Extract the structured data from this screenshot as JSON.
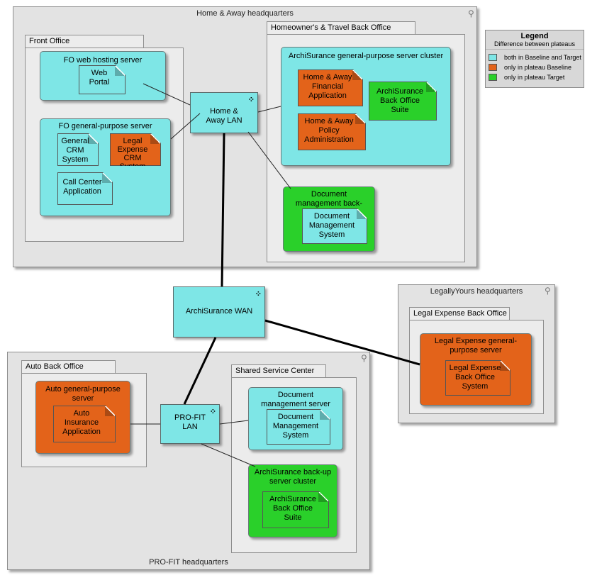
{
  "colors": {
    "baseline_target": "#7ee6e6",
    "baseline_only": "#e3631a",
    "target_only": "#2ad02a"
  },
  "icons": {
    "location": "location-pin-icon",
    "network": "network-icon"
  },
  "locations": {
    "home_away": "Home & Away headquarters",
    "legally_yours": "LegallyYours headquarters",
    "profit": "PRO-FIT headquarters"
  },
  "groups": {
    "front_office": "Front Office",
    "travel_back_office": "Homeowner's & Travel Back Office",
    "legal_back_office": "Legal Expense Back Office",
    "auto_back_office": "Auto Back Office",
    "shared_service": "Shared Service Center"
  },
  "nodes": {
    "fo_web": "FO web hosting server",
    "fo_gp": "FO general-purpose server",
    "cluster": "ArchiSurance general-purpose server cluster",
    "doc_backup": "Document management back-up server",
    "legal_gp": "Legal Expense general-purpose server",
    "auto_gp": "Auto general-purpose server",
    "doc_mgmt": "Document management server",
    "backup_cluster": "ArchiSurance back-up server cluster"
  },
  "artifacts": {
    "web_portal": "Web Portal",
    "general_crm": "General CRM System",
    "legal_crm": "Legal Expense CRM System",
    "call_center": "Call Center Application",
    "ha_financial": "Home & Away Financial Application",
    "ha_policy": "Home & Away Policy Administration",
    "bo_suite": "ArchiSurance Back Office Suite",
    "dms_1": "Document Management System",
    "legal_bo": "Legal Expense Back Office System",
    "auto_ins": "Auto Insurance Application",
    "dms_2": "Document Management System",
    "bo_suite_2": "ArchiSurance Back Office Suite"
  },
  "networks": {
    "ha_lan": "Home & Away LAN",
    "wan": "ArchiSurance WAN",
    "profit_lan": "PRO-FIT LAN"
  },
  "legend": {
    "title": "Legend",
    "subtitle": "Difference between plateaus",
    "items": [
      {
        "label": "both in Baseline and Target",
        "color": "#7ee6e6"
      },
      {
        "label": "only in plateau Baseline",
        "color": "#e3631a"
      },
      {
        "label": "only in plateau Target",
        "color": "#2ad02a"
      }
    ]
  }
}
